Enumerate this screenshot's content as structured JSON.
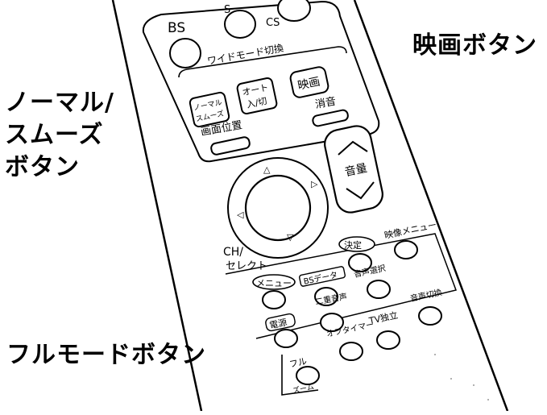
{
  "callouts": {
    "movie_button": "映画ボタン",
    "normal_smooth_line1": "ノーマル/",
    "normal_smooth_line2": "スムーズ",
    "normal_smooth_line3": "ボタン",
    "full_mode_button": "フルモードボタン"
  },
  "remote": {
    "bs": "BS",
    "s_partial": "S",
    "cs": "CS",
    "wide_mode_switch": "ワイドモード切換",
    "normal_top": "ノーマル",
    "normal_bottom": "スムーズ",
    "auto_top": "オート",
    "auto_bottom": "入/切",
    "movie": "映画",
    "mute": "消音",
    "screen_position": "画面位置",
    "volume": "音量",
    "ch_select_line1": "CH/",
    "ch_select_line2": "セレクト",
    "decide": "決定",
    "movie_menu": "映像メニュー",
    "menu": "メニュー",
    "bs_data": "BSデータ",
    "audio_select": "音声選択",
    "bilingual": "二重音声",
    "power": "電源",
    "audio_switch": "音声切換",
    "off_timer": "オフタイマー",
    "tv_independent": "TV独立",
    "full": "フル",
    "zoom": "ズーム"
  },
  "colors": {
    "ink": "#000000",
    "background": "#ffffff"
  }
}
